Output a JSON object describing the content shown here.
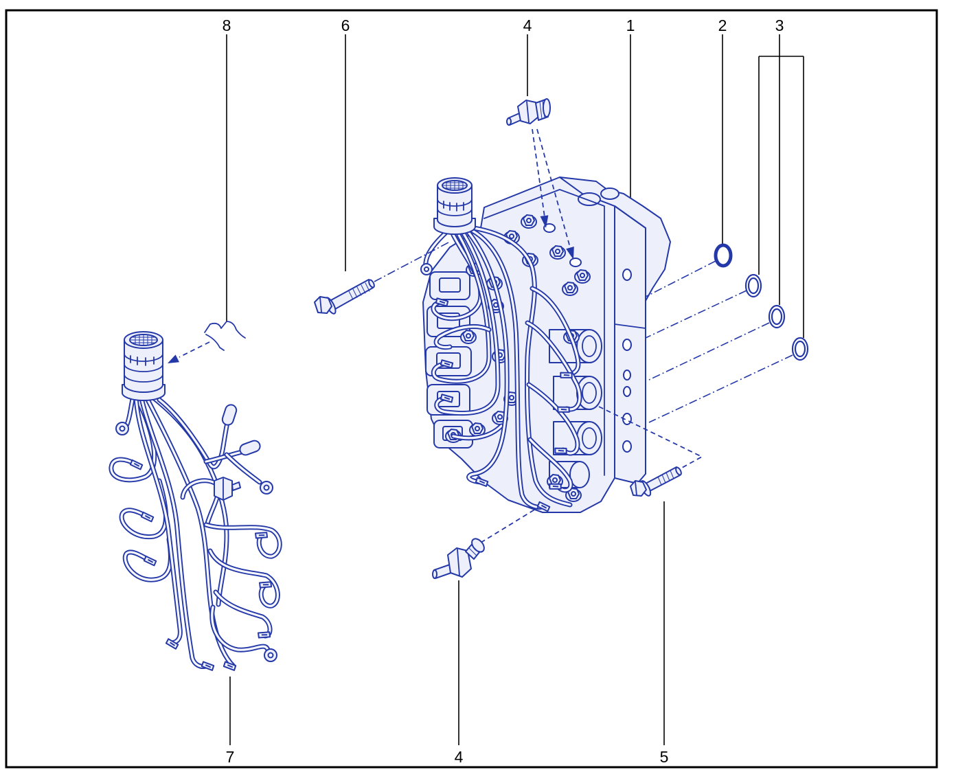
{
  "callouts_top": [
    "8",
    "6",
    "4",
    "1",
    "2",
    "3"
  ],
  "callouts_bottom": [
    "7",
    "4",
    "5"
  ],
  "colors": {
    "line": "#2438a8",
    "fill": "#edf0fb",
    "frame": "#000000"
  }
}
